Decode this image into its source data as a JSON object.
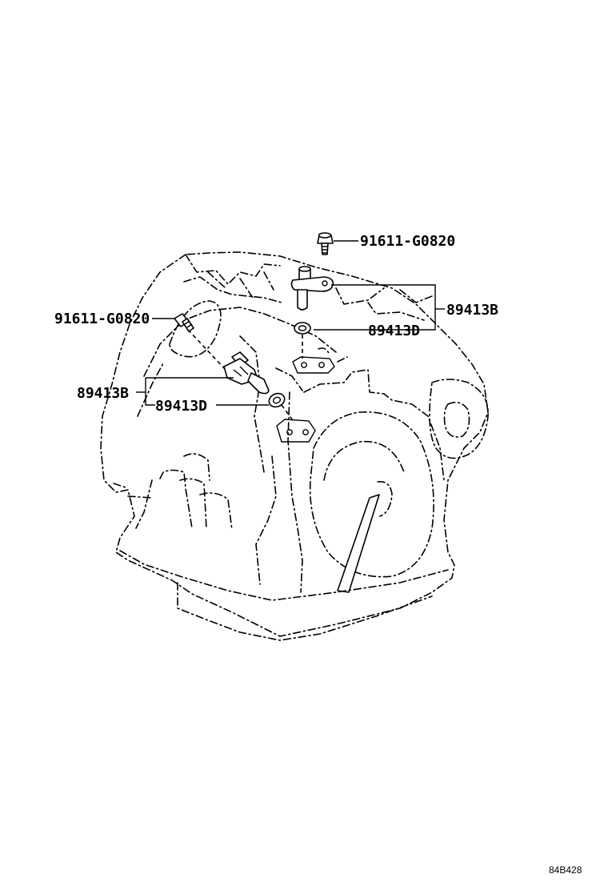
{
  "callouts": {
    "bolt_upper": "91611-G0820",
    "sensor_upper": "89413B",
    "oring_upper": "89413D",
    "bolt_left": "91611-G0820",
    "sensor_left": "89413B",
    "oring_left": "89413D"
  },
  "illustration_code": "84B428"
}
